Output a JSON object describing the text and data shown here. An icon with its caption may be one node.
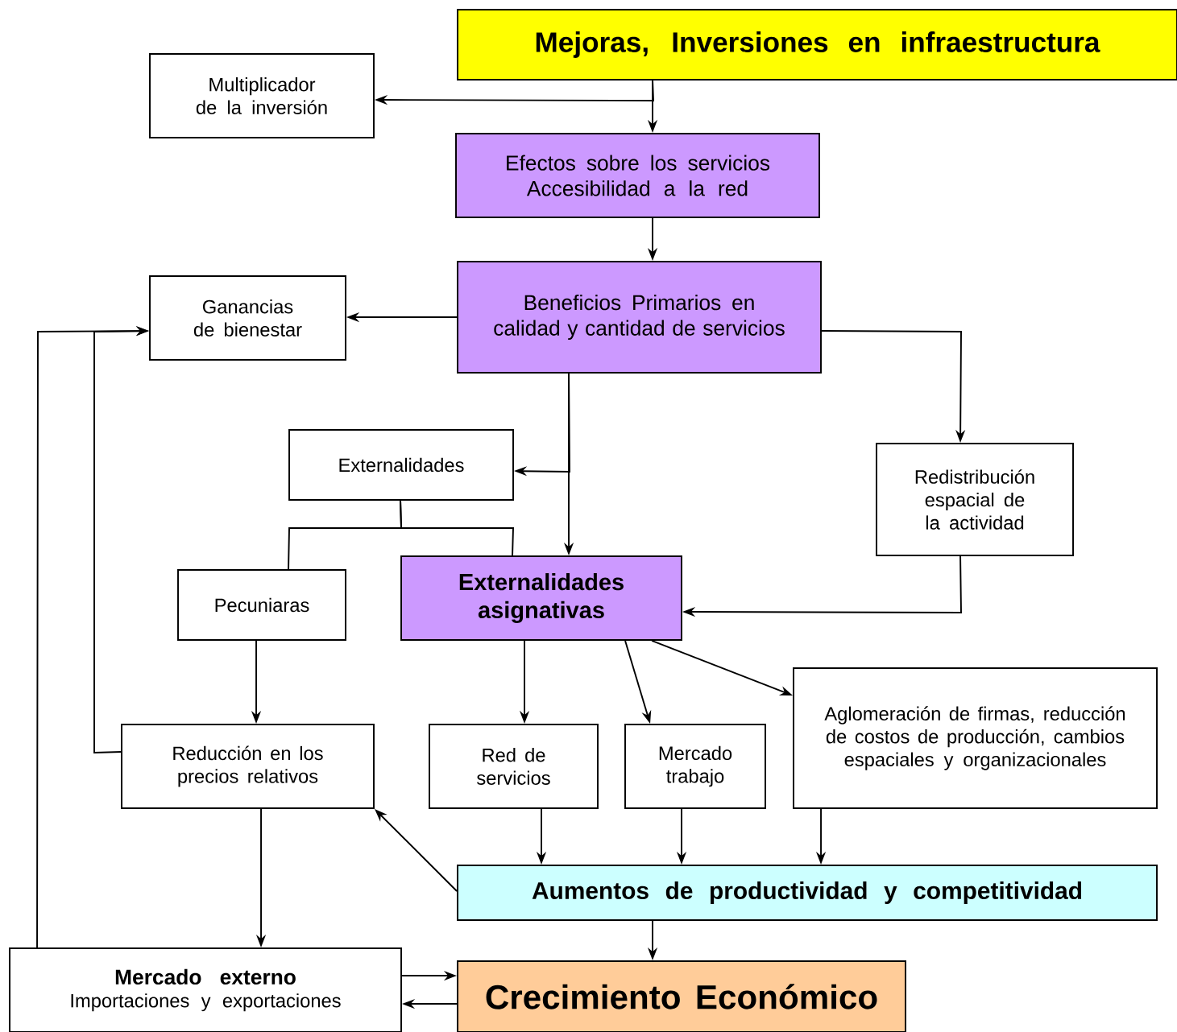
{
  "diagram": {
    "nodes": [
      {
        "text": [
          "Mejoras, Inversiones en infraestructura"
        ]
      },
      {
        "text": [
          "Multiplicador de la inversión"
        ]
      },
      {
        "text": [
          "Efectos sobre los servicios",
          "Accesibilidad a la red"
        ]
      },
      {
        "text": [
          "Beneficios Primarios en calidad y cantidad de servicios"
        ]
      },
      {
        "text": [
          "Ganancias de bienestar"
        ]
      },
      {
        "text": [
          "Externalidades"
        ]
      },
      {
        "text": [
          "Redistribución espacial de la actividad"
        ]
      },
      {
        "text": [
          "Pecuniaras"
        ]
      },
      {
        "text": [
          "Externalidades asignativas"
        ]
      },
      {
        "text": [
          "Reducción en los precios relativos"
        ]
      },
      {
        "text": [
          "Red de servicios"
        ]
      },
      {
        "text": [
          "Mercado trabajo"
        ]
      },
      {
        "text": [
          "Aglomeración de firmas, reducción de costos de producción, cambios espaciales y organizacionales"
        ]
      },
      {
        "text": [
          "Aumentos de productividad y competitividad"
        ]
      },
      {
        "text": [
          "Mercado externo",
          "Importaciones y exportaciones"
        ]
      },
      {
        "text": [
          "Crecimiento Económico"
        ]
      }
    ],
    "edges": [
      {
        "from": 0,
        "to": 2,
        "arrow": "to"
      },
      {
        "from": 0,
        "to": 1,
        "arrow": "to"
      },
      {
        "from": 2,
        "to": 3,
        "arrow": "to"
      },
      {
        "from": 3,
        "to": 4,
        "arrow": "to"
      },
      {
        "from": 3,
        "to": 6,
        "arrow": "to"
      },
      {
        "from": 3,
        "to": 8,
        "arrow": "to"
      },
      {
        "from": 3,
        "to": 5,
        "arrow": "to"
      },
      {
        "from": 5,
        "to": 7,
        "arrow": "none"
      },
      {
        "from": 5,
        "to": 8,
        "arrow": "none"
      },
      {
        "from": 6,
        "to": 8,
        "arrow": "to"
      },
      {
        "from": 7,
        "to": 9,
        "arrow": "to"
      },
      {
        "from": 8,
        "to": 10,
        "arrow": "to"
      },
      {
        "from": 8,
        "to": 11,
        "arrow": "to"
      },
      {
        "from": 8,
        "to": 12,
        "arrow": "to"
      },
      {
        "from": 9,
        "to": 4,
        "arrow": "to"
      },
      {
        "from": 14,
        "to": 4,
        "arrow": "to"
      },
      {
        "from": 9,
        "to": 14,
        "arrow": "to"
      },
      {
        "from": 10,
        "to": 13,
        "arrow": "to"
      },
      {
        "from": 11,
        "to": 13,
        "arrow": "to"
      },
      {
        "from": 12,
        "to": 13,
        "arrow": "to"
      },
      {
        "from": 13,
        "to": 9,
        "arrow": "to"
      },
      {
        "from": 13,
        "to": 15,
        "arrow": "to"
      },
      {
        "from": 14,
        "to": 15,
        "arrow": "to"
      },
      {
        "from": 15,
        "to": 14,
        "arrow": "to"
      }
    ]
  }
}
